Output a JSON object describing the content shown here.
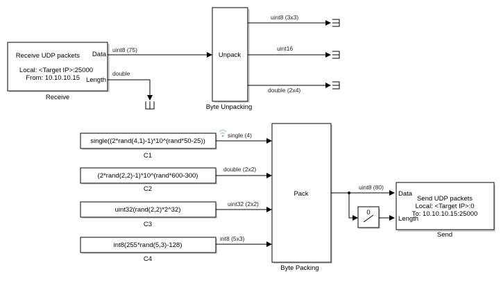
{
  "diagram": {
    "blocks": {
      "receive": {
        "name": "Receive",
        "title": "Receive UDP packets",
        "line1": "Local: <Target IP>:25000",
        "line2": "From: 10.10.10.15",
        "port_data": "Data",
        "port_length": "Length"
      },
      "unpack": {
        "name": "Byte Unpacking",
        "title": "Unpack"
      },
      "pack": {
        "name": "Byte Packing",
        "title": "Pack"
      },
      "send": {
        "name": "Send",
        "title": "Send UDP packets",
        "line1": "Local: <Target IP>:0",
        "line2": "To: 10.10.10.15:25000",
        "port_data": "Data",
        "port_length": "Length"
      },
      "width_block": {
        "value": "0"
      },
      "constants": [
        {
          "name": "C1",
          "expr": "single((2*rand(4,1)-1)*10^(rand*50-25))",
          "signal": "single (4)"
        },
        {
          "name": "C2",
          "expr": "(2*rand(2,2)-1)*10^(rand*600-300)",
          "signal": "double (2x2)"
        },
        {
          "name": "C3",
          "expr": "uint32(rand(2,2)*2^32)",
          "signal": "uint32 (2x2)"
        },
        {
          "name": "C4",
          "expr": "int8(255*rand(5,3)-128)",
          "signal": "int8 (5x3)"
        }
      ]
    },
    "signals": {
      "receive_data": "uint8 (75)",
      "receive_length": "double",
      "unpack_out1": "uint8 (3x3)",
      "unpack_out2": "uint16",
      "unpack_out3": "double (2x4)",
      "pack_out": "uint8 (80)"
    }
  }
}
